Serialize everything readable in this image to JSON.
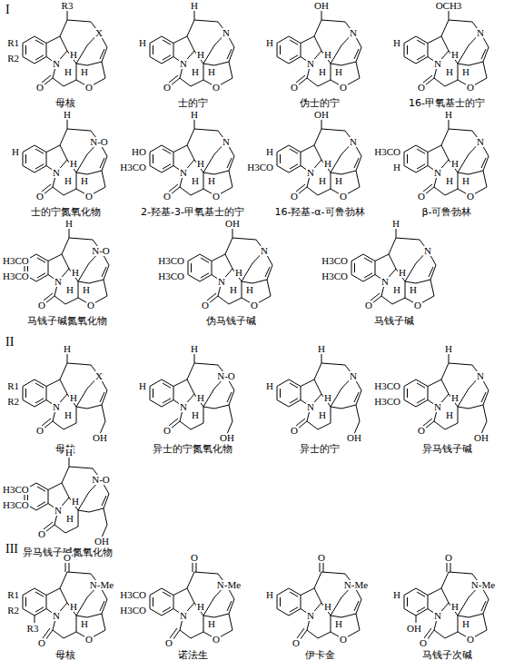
{
  "diagram": {
    "labels": [
      "I",
      "R1",
      "R2",
      "R3",
      "X",
      "N",
      "H",
      "H",
      "H",
      "O",
      "O",
      "母核",
      "H",
      "H",
      "N",
      "N",
      "H",
      "H",
      "H",
      "O",
      "O",
      "士的宁",
      "H",
      "OH",
      "N",
      "N",
      "H",
      "H",
      "H",
      "O",
      "O",
      "伪士的宁",
      "H",
      "OCH3",
      "N",
      "N",
      "H",
      "H",
      "H",
      "O",
      "O",
      "16-甲氧基士的宁",
      "H",
      "H",
      "N-O",
      "N",
      "H",
      "H",
      "H",
      "O",
      "O",
      "士的宁氮氧化物",
      "HO",
      "H3CO",
      "H",
      "N",
      "N",
      "H",
      "H",
      "H",
      "O",
      "O",
      "2-羟基-3-甲氧基士的宁",
      "H",
      "H3CO",
      "OH",
      "N",
      "N",
      "H",
      "H",
      "H",
      "O",
      "O",
      "16-羟基-α-可鲁勃林",
      "H3CO",
      "H",
      "H",
      "N",
      "N",
      "H",
      "H",
      "H",
      "O",
      "O",
      "β-可鲁勃林",
      "H3CO",
      "H3CO",
      "H",
      "N-O",
      "N",
      "H",
      "H",
      "H",
      "O",
      "O",
      "马钱子碱氮氧化物",
      "H3CO",
      "H3CO",
      "OH",
      "N",
      "N",
      "H",
      "H",
      "H",
      "O",
      "O",
      "伪马钱子碱",
      "H3CO",
      "H3CO",
      "H",
      "N",
      "N",
      "H",
      "H",
      "H",
      "O",
      "O",
      "马钱子碱",
      "II",
      "R1",
      "R2",
      "H",
      "X",
      "N",
      "H",
      "H",
      "O",
      "OH",
      "母核",
      "H",
      "H",
      "N-O",
      "N",
      "H",
      "H",
      "O",
      "OH",
      "异士的宁氮氧化物",
      "H",
      "H",
      "N",
      "N",
      "H",
      "H",
      "O",
      "OH",
      "异士的宁",
      "H3CO",
      "H3CO",
      "H",
      "N",
      "N",
      "H",
      "H",
      "O",
      "OH",
      "异马钱子碱",
      "H3CO",
      "H3CO",
      "H",
      "N-O",
      "N",
      "H",
      "H",
      "O",
      "OH",
      "异马钱子碱氮氧化物",
      "III",
      "R1",
      "R2",
      "R3",
      "O",
      "N-Me",
      "N",
      "H",
      "H",
      "O",
      "O",
      "母核",
      "H3CO",
      "H3CO",
      "O",
      "N-Me",
      "N",
      "H",
      "H",
      "O",
      "O",
      "诺法生",
      "H",
      "O",
      "N-Me",
      "N",
      "H",
      "H",
      "O",
      "O",
      "伊卡金",
      "H",
      "OH",
      "O",
      "N-Me",
      "N",
      "H",
      "H",
      "O",
      "O",
      "马钱子次碱"
    ]
  }
}
